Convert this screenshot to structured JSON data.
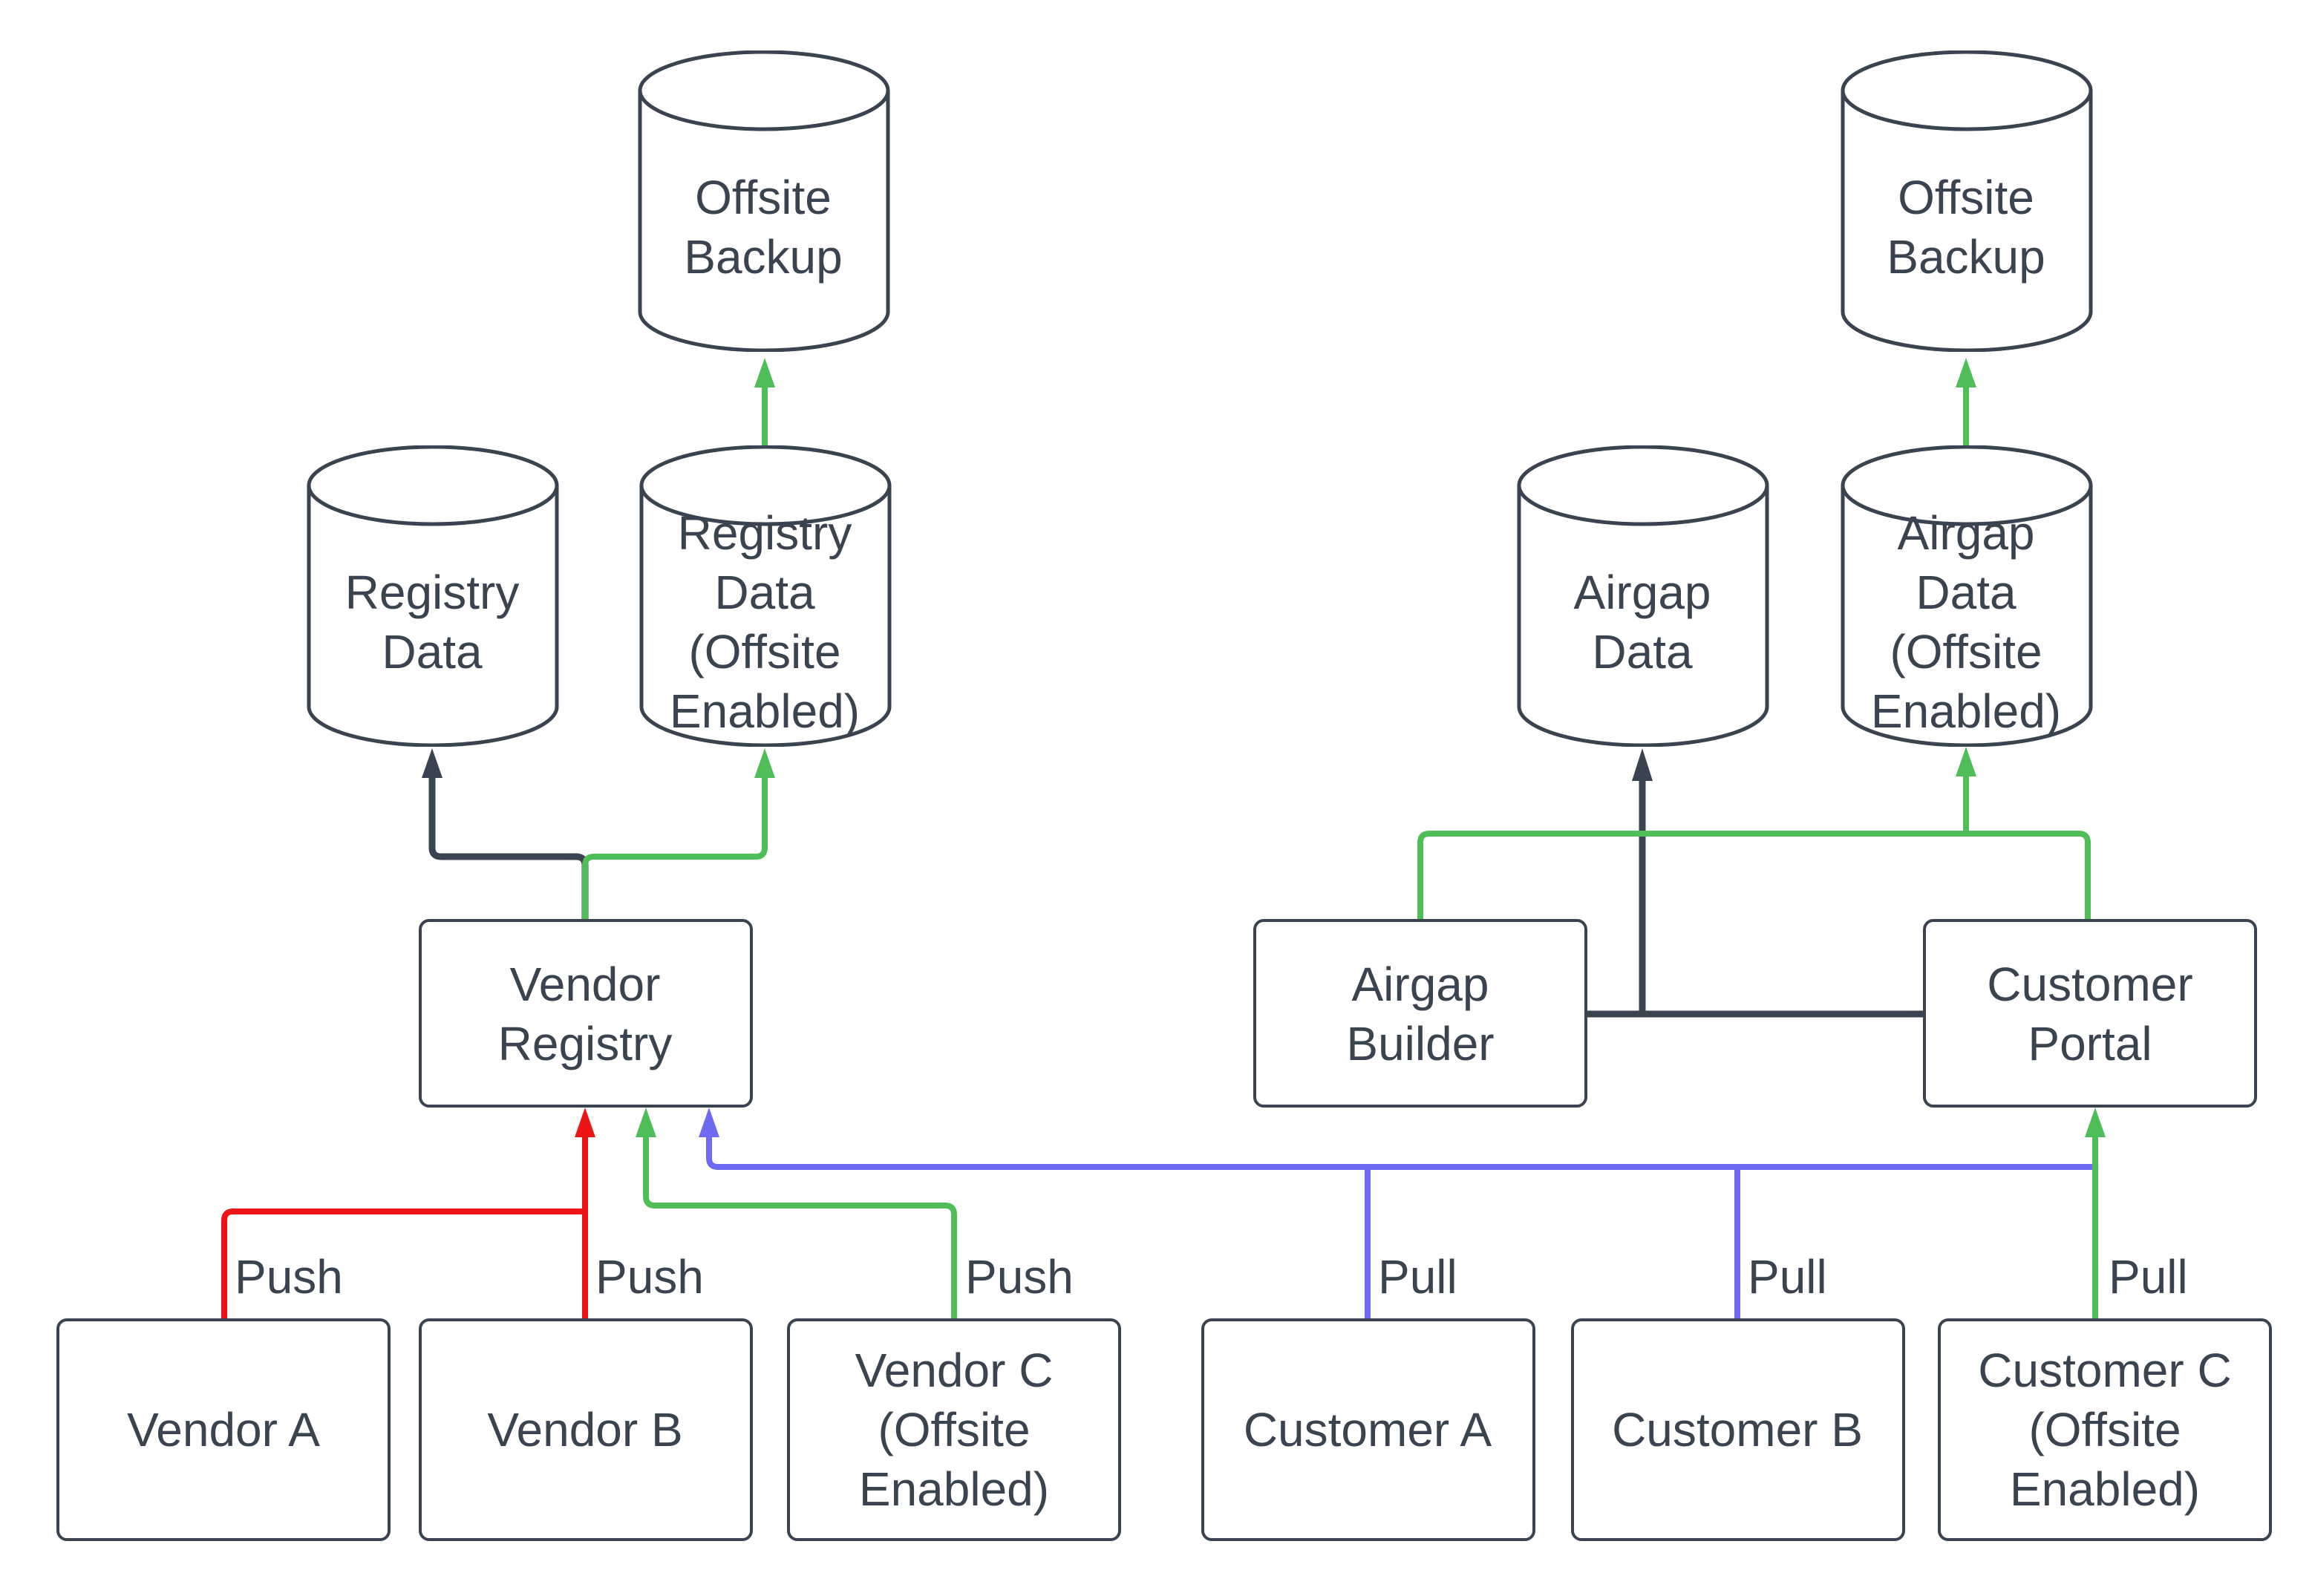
{
  "diagram": {
    "type": "flowchart",
    "colors": {
      "line_dark": "#3a4350",
      "line_red": "#ec1414",
      "line_green": "#4fbe59",
      "line_blue": "#6e6af2",
      "node_border": "#3a4350",
      "text": "#3a4350",
      "background": "#ffffff"
    },
    "nodes": {
      "offsite_backup_left": {
        "label": "Offsite\nBackup",
        "shape": "cylinder"
      },
      "registry_data": {
        "label": "Registry\nData",
        "shape": "cylinder"
      },
      "registry_data_offsite": {
        "label": "Registry\nData\n(Offsite\nEnabled)",
        "shape": "cylinder"
      },
      "offsite_backup_right": {
        "label": "Offsite\nBackup",
        "shape": "cylinder"
      },
      "airgap_data": {
        "label": "Airgap\nData",
        "shape": "cylinder"
      },
      "airgap_data_offsite": {
        "label": "Airgap\nData\n(Offsite\nEnabled)",
        "shape": "cylinder"
      },
      "vendor_registry": {
        "label": "Vendor\nRegistry",
        "shape": "rect"
      },
      "airgap_builder": {
        "label": "Airgap\nBuilder",
        "shape": "rect"
      },
      "customer_portal": {
        "label": "Customer\nPortal",
        "shape": "rect"
      },
      "vendor_a": {
        "label": "Vendor A",
        "shape": "rect"
      },
      "vendor_b": {
        "label": "Vendor B",
        "shape": "rect"
      },
      "vendor_c": {
        "label": "Vendor C\n(Offsite\nEnabled)",
        "shape": "rect"
      },
      "customer_a": {
        "label": "Customer A",
        "shape": "rect"
      },
      "customer_b": {
        "label": "Customer B",
        "shape": "rect"
      },
      "customer_c": {
        "label": "Customer C\n(Offsite\nEnabled)",
        "shape": "rect"
      }
    },
    "edge_labels": {
      "push": "Push",
      "pull": "Pull"
    },
    "edges": [
      {
        "from": "vendor_a",
        "to": "vendor_registry",
        "color": "red",
        "label": "Push"
      },
      {
        "from": "vendor_b",
        "to": "vendor_registry",
        "color": "red",
        "label": "Push"
      },
      {
        "from": "vendor_c",
        "to": "vendor_registry",
        "color": "green",
        "label": "Push"
      },
      {
        "from": "customer_a",
        "to": "vendor_registry",
        "color": "blue",
        "label": "Pull"
      },
      {
        "from": "customer_b",
        "to": "vendor_registry",
        "color": "blue",
        "label": "Pull"
      },
      {
        "from": "customer_c",
        "to": "customer_portal",
        "color": "green",
        "label": "Pull"
      },
      {
        "from": "vendor_registry",
        "to": "registry_data",
        "color": "dark"
      },
      {
        "from": "vendor_registry",
        "to": "registry_data_offsite",
        "color": "green"
      },
      {
        "from": "registry_data_offsite",
        "to": "offsite_backup_left",
        "color": "green"
      },
      {
        "from": "airgap_builder",
        "to": "airgap_data",
        "color": "dark"
      },
      {
        "from": "customer_portal",
        "to": "airgap_builder",
        "color": "dark"
      },
      {
        "from": "airgap_builder",
        "to": "airgap_data_offsite",
        "color": "green"
      },
      {
        "from": "customer_portal",
        "to": "airgap_data_offsite",
        "color": "green"
      },
      {
        "from": "airgap_data_offsite",
        "to": "offsite_backup_right",
        "color": "green"
      }
    ]
  }
}
